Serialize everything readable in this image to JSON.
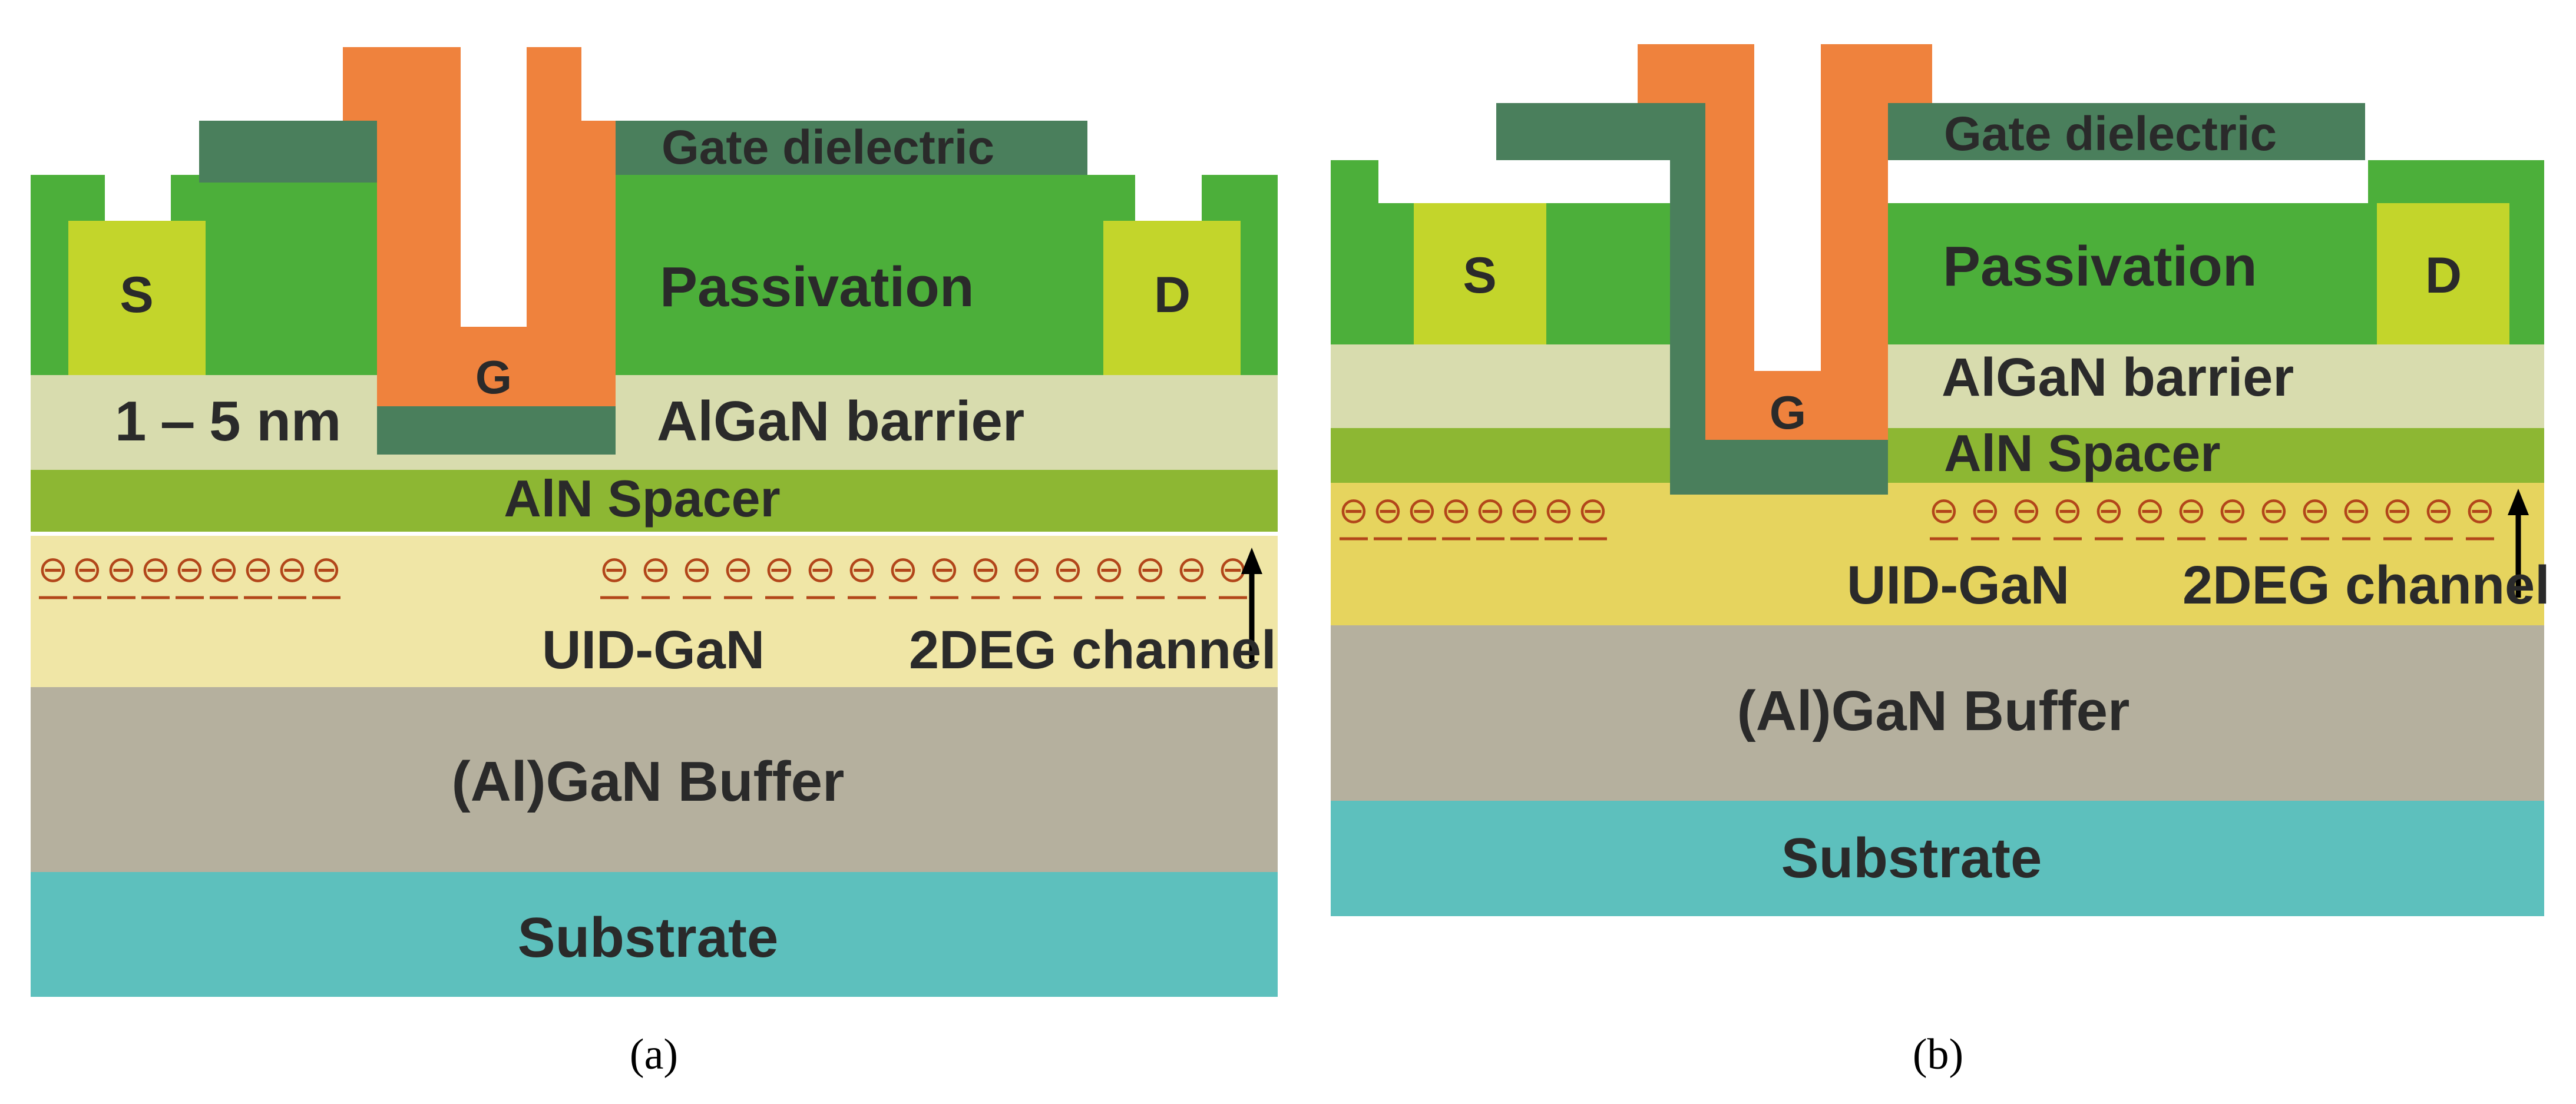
{
  "colors": {
    "substrate": "#5dc0bd",
    "buffer": "#b5b09e",
    "uid_gan": "#f0e6a6",
    "uid_gan_b": "#e6d45e",
    "aln_spacer": "#8db733",
    "algan_barrier": "#d8dcae",
    "passivation": "#4caf3a",
    "gate_dielectric": "#4a7f5c",
    "gate": "#ef823d",
    "contact": "#c3d52b",
    "electron": "#b2461a",
    "arrow": "#000000"
  },
  "panel_a": {
    "source_label": "S",
    "drain_label": "D",
    "gate_label": "G",
    "gate_dielectric_label": "Gate dielectric",
    "passivation_label": "Passivation",
    "barrier_label": "AlGaN barrier",
    "thickness_label": "1 ‒ 5 nm",
    "spacer_label": "AlN Spacer",
    "uid_gan_label": "UID-GaN",
    "channel_label": "2DEG channel",
    "buffer_label": "(Al)GaN Buffer",
    "substrate_label": "Substrate",
    "electron_symbol": "⊖",
    "electrons_left_count": 9,
    "electrons_right_count": 16,
    "caption": "(a)"
  },
  "panel_b": {
    "source_label": "S",
    "drain_label": "D",
    "gate_label": "G",
    "gate_dielectric_label": "Gate dielectric",
    "passivation_label": "Passivation",
    "barrier_label": "AlGaN barrier",
    "spacer_label": "AlN Spacer",
    "uid_gan_label": "UID-GaN",
    "channel_label": "2DEG channel",
    "buffer_label": "(Al)GaN Buffer",
    "substrate_label": "Substrate",
    "electron_symbol": "⊖",
    "electrons_left_count": 8,
    "electrons_right_count": 14,
    "caption": "(b)"
  }
}
